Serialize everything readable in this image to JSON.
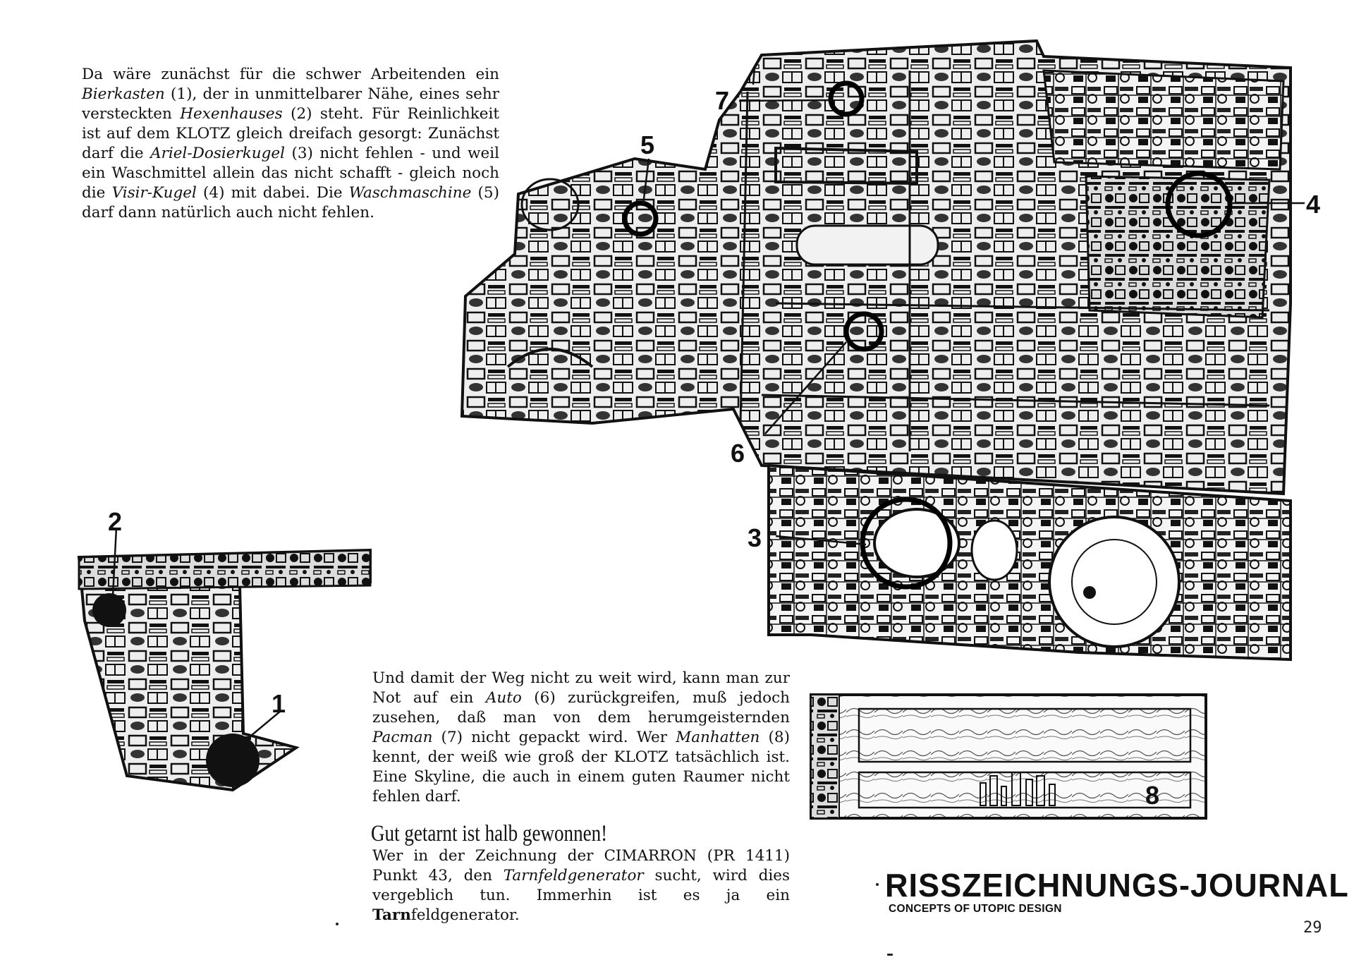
{
  "para1": {
    "t1": "Da wäre zunächst für die schwer Arbeitenden ein ",
    "i1": "Bierkasten",
    "t2": " (1), der in unmittelbarer Nähe, eines sehr versteckten ",
    "i2": "Hexenhauses",
    "t3": " (2) steht. Für Reinlichkeit ist auf dem KLOTZ gleich dreifach gesorgt: Zunächst darf die ",
    "i3": "Ariel-Dosierkugel",
    "t4": " (3) nicht fehlen - und weil ein Waschmittel allein das nicht schafft - gleich noch die ",
    "i4": "Visir-Kugel",
    "t5": " (4) mit dabei. Die ",
    "i5": "Waschmaschine",
    "t6": " (5) darf dann natürlich auch nicht fehlen."
  },
  "para2": {
    "t1": "Und damit der Weg nicht zu weit wird, kann man zur Not auf ein ",
    "i1": "Auto",
    "t2": " (6) zurückgreifen, muß jedoch zusehen, daß man von dem herumgeisternden ",
    "i2": "Pacman",
    "t3": " (7) nicht gepackt wird. Wer ",
    "i3": "Manhatten",
    "t4": " (8) kennt, der weiß wie groß der KLOTZ tatsächlich ist. Eine Skyline, die auch in einem guten Raumer nicht fehlen darf."
  },
  "heading": "Gut getarnt ist halb gewonnen!",
  "para3": {
    "t1": "Wer in der Zeichnung der CIMARRON (PR 1411) Punkt 43, den ",
    "i1": "Tarnfeldgenerator",
    "t2": " sucht, wird dies vergeblich tun. Immerhin ist es ja ein ",
    "b1": "Tarn",
    "t3": "feldgenerator."
  },
  "logo": {
    "title": "RISSZEICHNUNGS-JOURNAL",
    "subtitle": "CONCEPTS OF UTOPIC DESIGN"
  },
  "page_number": "29",
  "callouts": {
    "n1": "1",
    "n2": "2",
    "n3": "3",
    "n4": "4",
    "n5": "5",
    "n6": "6",
    "n7": "7",
    "n8": "8"
  }
}
